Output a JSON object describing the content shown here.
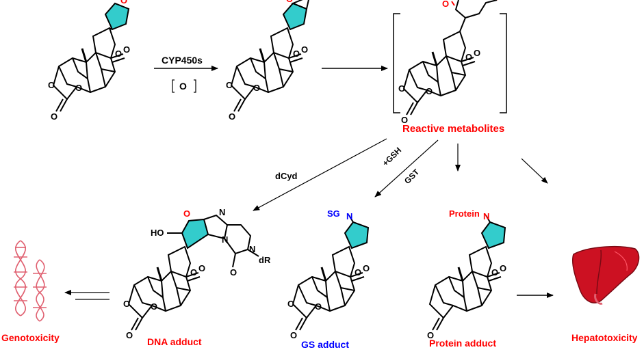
{
  "reagents": {
    "step1_top": "CYP450s",
    "step1_bottom": "O",
    "dcyd": "dCyd",
    "gsh": "+GSH",
    "gst": "GST"
  },
  "labels": {
    "reactive_metabolites": "Reactive metabolites",
    "genotoxicity": "Genotoxicity",
    "dna_adduct": "DNA adduct",
    "gs_adduct": "GS adduct",
    "protein_adduct": "Protein adduct",
    "hepatotoxicity": "Hepatotoxicity"
  },
  "atoms": {
    "O": "O",
    "N": "N",
    "HO": "HO",
    "dR": "dR",
    "SG": "SG",
    "Protein": "Protein"
  },
  "colors": {
    "furan_fill": "#33cccc",
    "red_text": "#ff0000",
    "blue_text": "#0000ff",
    "liver": "#cc1122",
    "dna": "#e06070"
  }
}
